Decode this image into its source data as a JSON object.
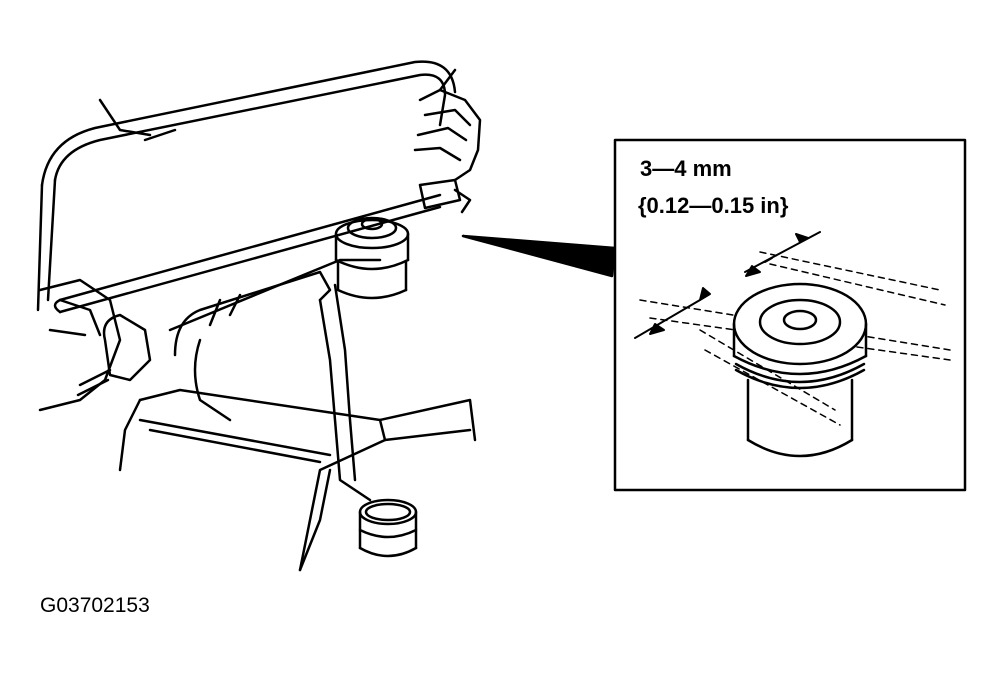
{
  "detail": {
    "dimension_metric": "3—4 mm",
    "dimension_imperial": "{0.12—0.15 in}"
  },
  "figure_id": "G03702153",
  "colors": {
    "line": "#000000",
    "background": "#ffffff"
  }
}
